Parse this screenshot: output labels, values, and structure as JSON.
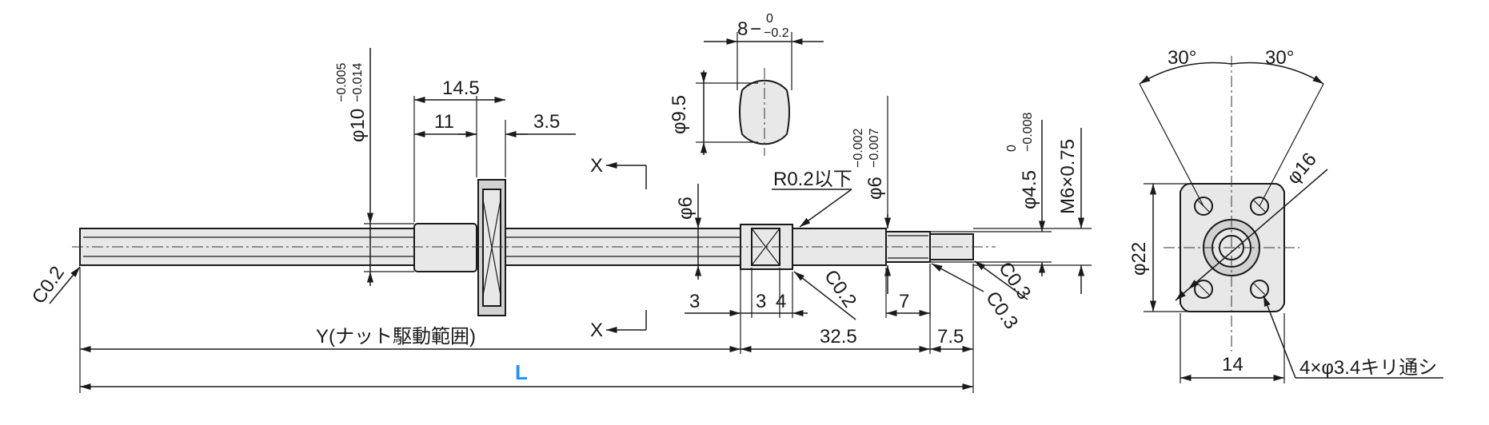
{
  "side_view": {
    "chamfer_left": "C0.2",
    "shaft_tol_top": "−0.005",
    "shaft_tol_bottom": "−0.014",
    "shaft_dia": "φ10",
    "dim_14_5": "14.5",
    "dim_11": "11",
    "dim_3_5": "3.5",
    "section_mark_top": "X",
    "section_mark_bottom": "X",
    "dia_6": "φ6",
    "fillet_note": "R0.2以下",
    "dia_6_tol_top": "−0.002",
    "dia_6_tol_bottom": "−0.007",
    "dia_6_b": "φ6",
    "dia_4_5_tol_top": "0",
    "dia_4_5_tol_bottom": "−0.008",
    "dia_4_5": "φ4.5",
    "thread": "M6×0.75",
    "chamfer_c03_a": "C0.3",
    "chamfer_c03_b": "C0.3",
    "chamfer_c02_b": "C0.2",
    "dim_3_a": "3",
    "dim_3_b": "3",
    "dim_4": "4",
    "dim_7": "7",
    "dim_32_5": "32.5",
    "dim_7_5": "7.5",
    "range_label": "Y(ナット駆動範囲)",
    "length_label": "L",
    "length_color": "#1e90ff"
  },
  "section_view": {
    "width": "8",
    "width_tol_top": "0",
    "width_tol_bottom": "−0.2",
    "dia": "φ9.5"
  },
  "flange_view": {
    "angle_left": "30°",
    "angle_right": "30°",
    "dia_16": "φ16",
    "dia_22": "φ22",
    "width_14": "14",
    "hole_note": "4×φ3.4キリ通シ"
  }
}
